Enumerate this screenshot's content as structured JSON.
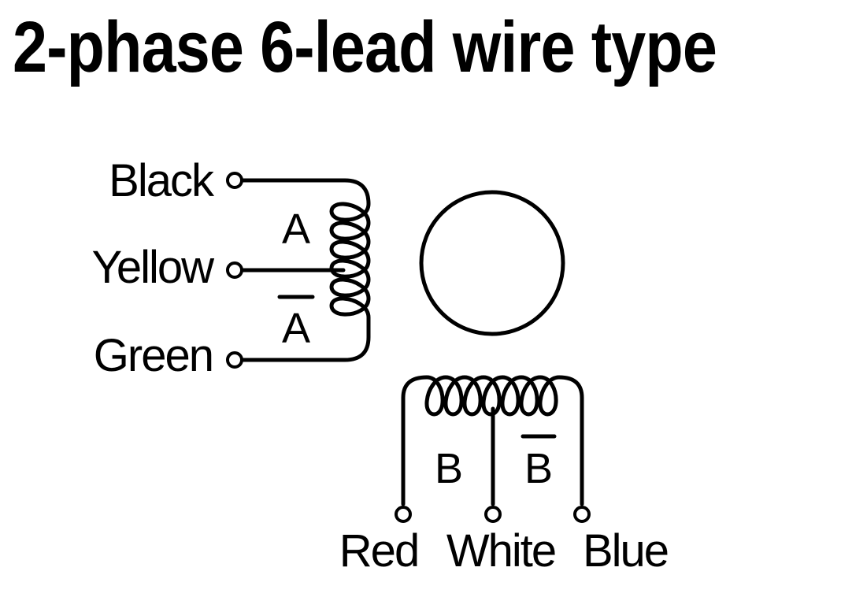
{
  "title": "2-phase 6-lead wire type",
  "coil_a": {
    "label": "A",
    "label_bar": "A",
    "leads": [
      "Black",
      "Yellow",
      "Green"
    ]
  },
  "coil_b": {
    "label": "B",
    "label_bar": "B",
    "leads": [
      "Red",
      "White",
      "Blue"
    ]
  },
  "colors": {
    "line": "#000000",
    "background": "#ffffff"
  }
}
